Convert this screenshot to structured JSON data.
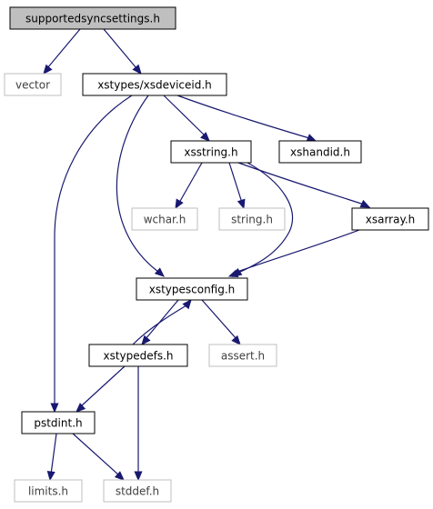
{
  "diagram": {
    "type": "include-dependency-graph",
    "colors": {
      "edge": "#191970",
      "root_fill": "#bfbfbf",
      "node_fill": "#ffffff",
      "node_border": "#000000",
      "external_border": "#bfbfbf",
      "external_text": "#404040",
      "text": "#000000"
    },
    "nodes": [
      {
        "id": "supportedsyncsettings",
        "label": "supportedsyncsettings.h",
        "kind": "root"
      },
      {
        "id": "vector",
        "label": "vector",
        "kind": "external"
      },
      {
        "id": "xsdeviceid",
        "label": "xstypes/xsdeviceid.h",
        "kind": "local"
      },
      {
        "id": "xsstring",
        "label": "xsstring.h",
        "kind": "local"
      },
      {
        "id": "xshandid",
        "label": "xshandid.h",
        "kind": "local"
      },
      {
        "id": "wchar",
        "label": "wchar.h",
        "kind": "external"
      },
      {
        "id": "string",
        "label": "string.h",
        "kind": "external"
      },
      {
        "id": "xsarray",
        "label": "xsarray.h",
        "kind": "local"
      },
      {
        "id": "xstypesconfig",
        "label": "xstypesconfig.h",
        "kind": "local"
      },
      {
        "id": "xstypedefs",
        "label": "xstypedefs.h",
        "kind": "local"
      },
      {
        "id": "assert",
        "label": "assert.h",
        "kind": "external"
      },
      {
        "id": "pstdint",
        "label": "pstdint.h",
        "kind": "local"
      },
      {
        "id": "limits",
        "label": "limits.h",
        "kind": "external"
      },
      {
        "id": "stddef",
        "label": "stddef.h",
        "kind": "external"
      }
    ],
    "edges": [
      {
        "from": "supportedsyncsettings",
        "to": "vector"
      },
      {
        "from": "supportedsyncsettings",
        "to": "xsdeviceid"
      },
      {
        "from": "xsdeviceid",
        "to": "xsstring"
      },
      {
        "from": "xsdeviceid",
        "to": "xshandid"
      },
      {
        "from": "xsdeviceid",
        "to": "xstypesconfig"
      },
      {
        "from": "xsdeviceid",
        "to": "pstdint"
      },
      {
        "from": "xsstring",
        "to": "wchar"
      },
      {
        "from": "xsstring",
        "to": "string"
      },
      {
        "from": "xsstring",
        "to": "xsarray"
      },
      {
        "from": "xsstring",
        "to": "xstypesconfig"
      },
      {
        "from": "xsarray",
        "to": "xstypesconfig"
      },
      {
        "from": "xstypesconfig",
        "to": "xstypedefs"
      },
      {
        "from": "xstypesconfig",
        "to": "assert"
      },
      {
        "from": "xstypedefs",
        "to": "xstypesconfig"
      },
      {
        "from": "xstypedefs",
        "to": "pstdint"
      },
      {
        "from": "xstypedefs",
        "to": "stddef"
      },
      {
        "from": "pstdint",
        "to": "limits"
      },
      {
        "from": "pstdint",
        "to": "stddef"
      }
    ]
  }
}
